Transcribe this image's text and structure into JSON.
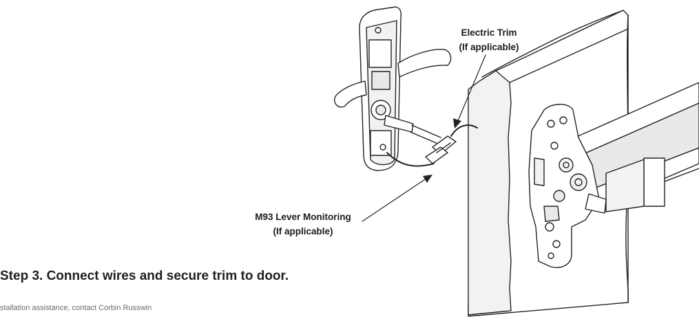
{
  "callouts": {
    "electric_trim": {
      "line1": "Electric Trim",
      "line2": "(If applicable)"
    },
    "m93": {
      "line1": "M93 Lever Monitoring",
      "line2": "(If applicable)"
    }
  },
  "step": {
    "heading": "Step 3. Connect wires and secure trim to door."
  },
  "footnote": {
    "text": "stallation assistance, contact Corbin Russwin"
  },
  "colors": {
    "line": "#222222",
    "fill": "#ffffff",
    "shade": "#e9e9e9",
    "text": "#1a1a1a"
  }
}
